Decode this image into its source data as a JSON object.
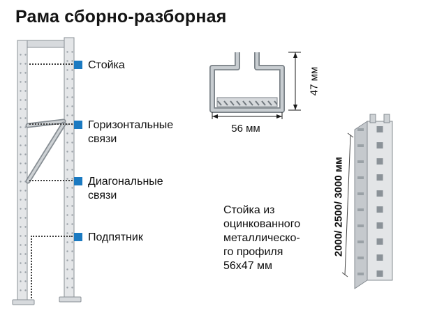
{
  "title": "Рама сборно-разборная",
  "accent_color": "#1b7ac1",
  "frame_labels": [
    {
      "label": "Стойка"
    },
    {
      "label": "Горизонтальные связи"
    },
    {
      "label": "Диагональные связи"
    },
    {
      "label": "Подпятник"
    }
  ],
  "cross_section": {
    "width_dim": "56 мм",
    "height_dim": "47 мм"
  },
  "description": "Стойка из\nоцинкованного\nметаллическо-\nго профиля\n56х47 мм",
  "column_dim": "2000/ 2500/ 3000 мм"
}
